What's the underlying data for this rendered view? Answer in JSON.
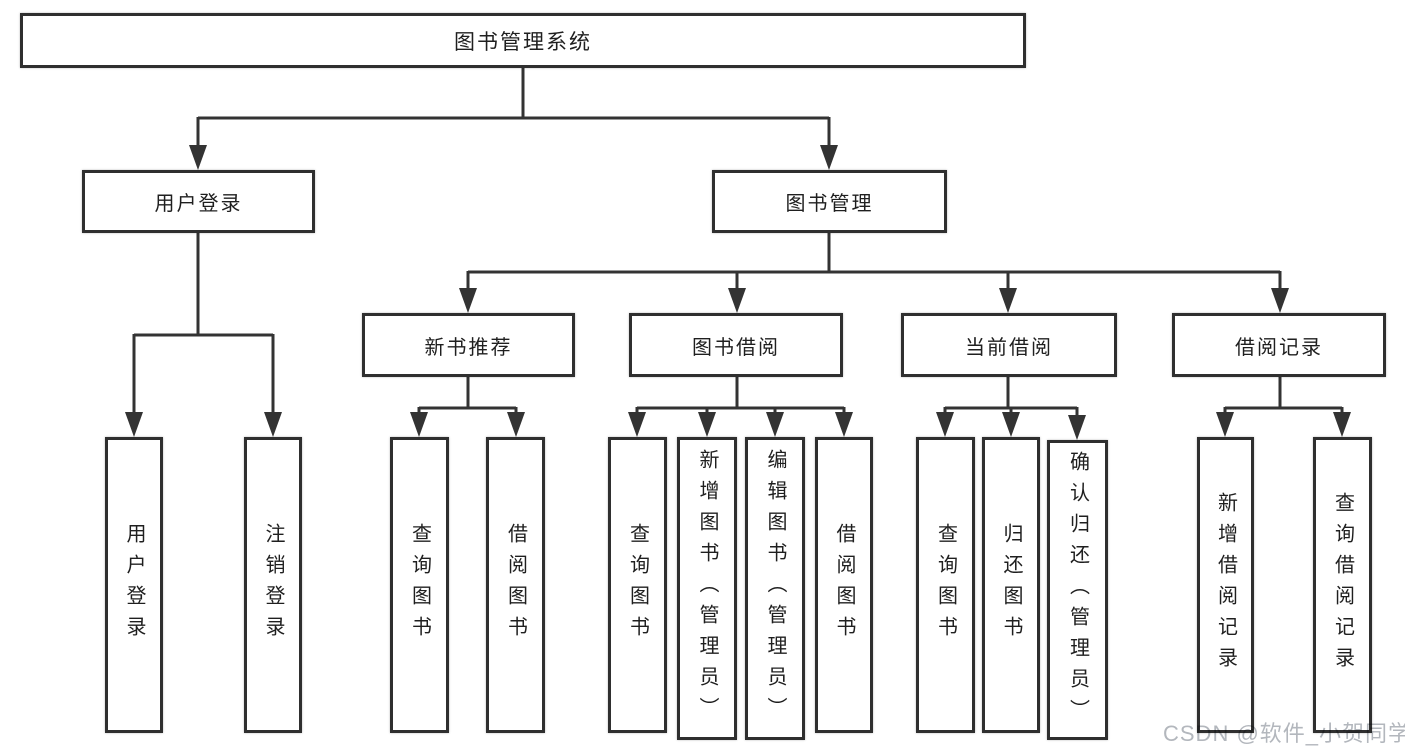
{
  "root": {
    "label": "图书管理系统"
  },
  "level2": [
    {
      "label": "用户登录"
    },
    {
      "label": "图书管理"
    }
  ],
  "level3": [
    {
      "label": "新书推荐"
    },
    {
      "label": "图书借阅"
    },
    {
      "label": "当前借阅"
    },
    {
      "label": "借阅记录"
    }
  ],
  "leaf_groups": [
    {
      "parent": "用户登录",
      "leaves": [
        "用户登录",
        "注销登录"
      ]
    },
    {
      "parent": "新书推荐",
      "leaves": [
        "查询图书",
        "借阅图书"
      ]
    },
    {
      "parent": "图书借阅",
      "leaves": [
        "查询图书",
        "新增图书（管理员）",
        "编辑图书（管理员）",
        "借阅图书"
      ]
    },
    {
      "parent": "当前借阅",
      "leaves": [
        "查询图书",
        "归还图书",
        "确认归还（管理员）"
      ]
    },
    {
      "parent": "借阅记录",
      "leaves": [
        "新增借阅记录",
        "查询借阅记录"
      ]
    }
  ],
  "watermark": {
    "text": "CSDN @软件_小贺同学"
  },
  "colors": {
    "line": "#333333",
    "box_border": "#2f2f2f",
    "text": "#1f1f1f",
    "background": "#ffffff",
    "watermark": "#b3b7bd"
  }
}
